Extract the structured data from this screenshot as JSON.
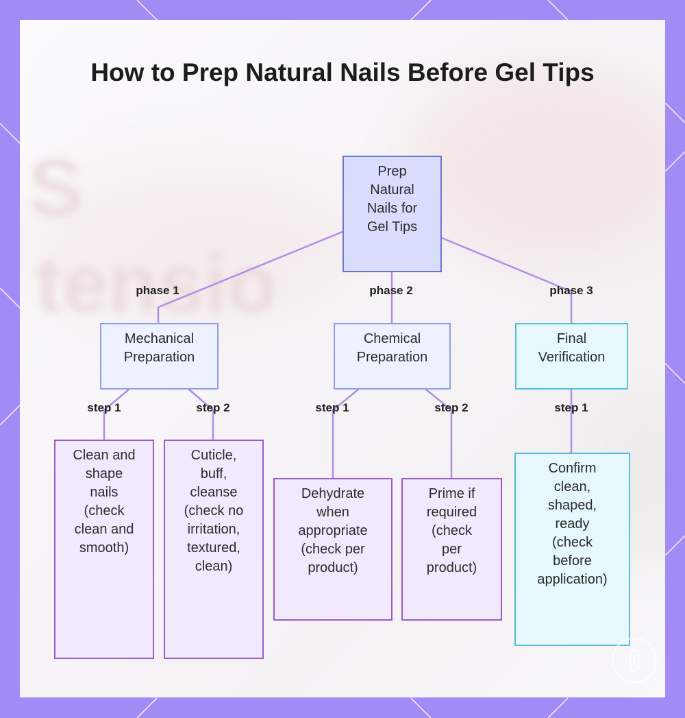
{
  "title": "How to Prep Natural Nails Before Gel Tips",
  "background_text": "S\ntensio",
  "colors": {
    "frame": "#a38bf5",
    "root_fill": "#d9dcfd",
    "root_stroke": "#6a78c9",
    "phase_fill": "#eef1ff",
    "phase_stroke": "#8f9fe6",
    "leaf_fill": "#f1e9fd",
    "leaf_stroke": "#9b5cc9",
    "final_fill": "#e6f8fc",
    "final_stroke": "#55bfd6",
    "edge": "#b08ee6"
  },
  "diagram": {
    "root": {
      "label": "Prep\nNatural\nNails for\nGel Tips"
    },
    "phases": [
      {
        "edge_label": "phase 1",
        "label": "Mechanical\nPreparation"
      },
      {
        "edge_label": "phase 2",
        "label": "Chemical\nPreparation"
      },
      {
        "edge_label": "phase 3",
        "label": "Final\nVerification"
      }
    ],
    "steps": [
      {
        "edge_label": "step 1",
        "label": "Clean and\nshape\nnails\n(check\nclean and\nsmooth)"
      },
      {
        "edge_label": "step 2",
        "label": "Cuticle,\nbuff,\ncleanse\n(check no\nirritation,\ntextured,\nclean)"
      },
      {
        "edge_label": "step 1",
        "label": "Dehydrate\nwhen\nappropriate\n(check per\nproduct)"
      },
      {
        "edge_label": "step 2",
        "label": "Prime if\nrequired\n(check\nper\nproduct)"
      },
      {
        "edge_label": "step 1",
        "label": "Confirm\nclean,\nshaped,\nready\n(check\nbefore\napplication)"
      }
    ]
  }
}
